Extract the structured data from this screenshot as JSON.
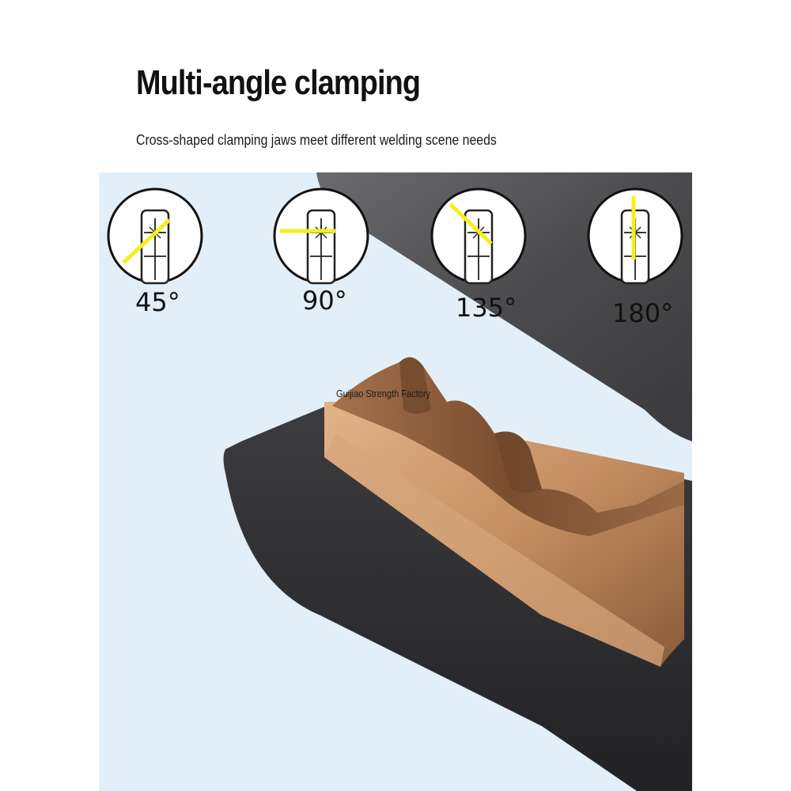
{
  "header": {
    "title": "Multi-angle clamping",
    "subtitle": "Cross-shaped clamping jaws meet different welding scene needs"
  },
  "angles": [
    {
      "label": "45°",
      "degrees": 45
    },
    {
      "label": "90°",
      "degrees": 90
    },
    {
      "label": "135°",
      "degrees": 135
    },
    {
      "label": "180°",
      "degrees": 180
    }
  ],
  "watermark": "Guijiao Strength Factory",
  "colors": {
    "panel_bg": "#e3eff8",
    "indicator": "#f5ef1e",
    "copper": "#b8825a",
    "handle_dark": "#2e2e30",
    "handle_top": "#4a4a4d"
  }
}
